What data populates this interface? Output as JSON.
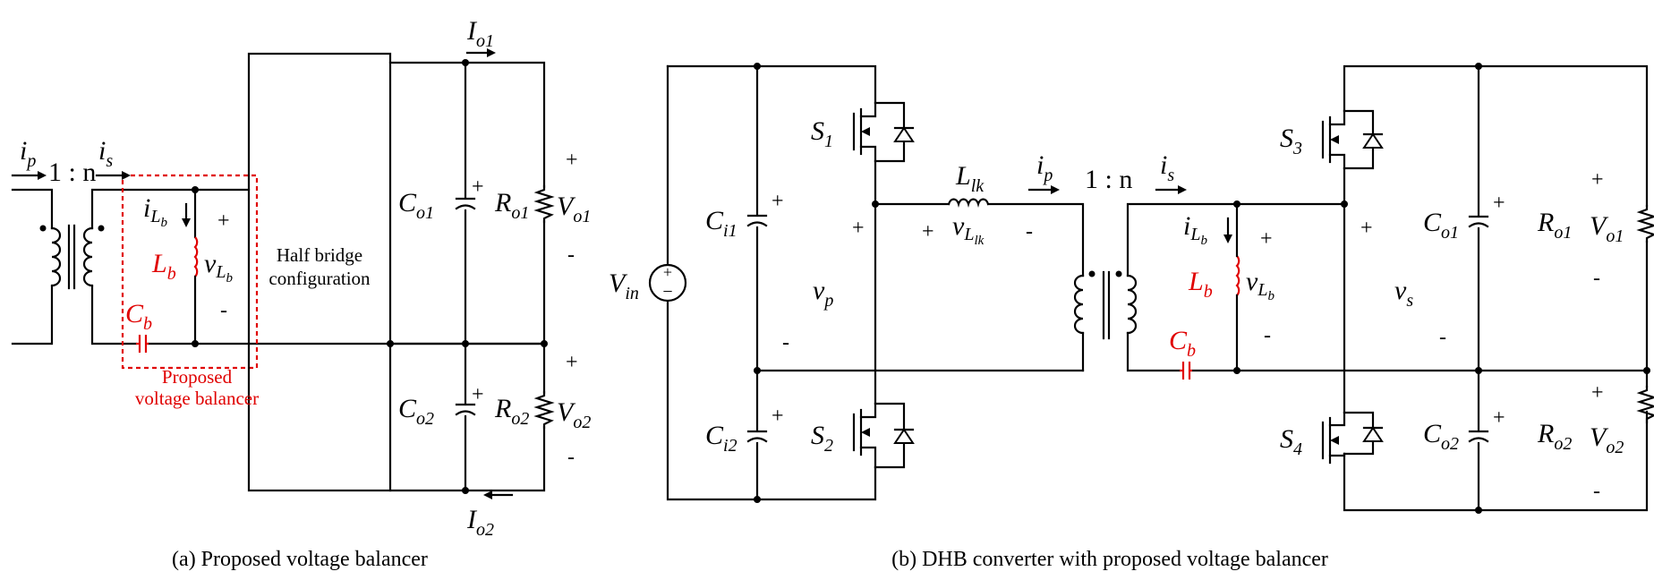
{
  "diagram_a": {
    "caption": "(a) Proposed voltage balancer",
    "block_text": [
      "Half bridge",
      "configuration"
    ],
    "balancer_label": [
      "Proposed",
      "voltage balancer"
    ],
    "ratio": "1 : n",
    "labels": {
      "ip": {
        "base": "i",
        "sub": "p"
      },
      "is": {
        "base": "i",
        "sub": "s"
      },
      "iLb": {
        "base": "i",
        "sub": "L",
        "subsub": "b"
      },
      "Lb": {
        "base": "L",
        "sub": "b"
      },
      "vLb": {
        "base": "v",
        "sub": "L",
        "subsub": "b"
      },
      "Cb": {
        "base": "C",
        "sub": "b"
      },
      "Co1": {
        "base": "C",
        "sub": "o1"
      },
      "Co2": {
        "base": "C",
        "sub": "o2"
      },
      "Ro1": {
        "base": "R",
        "sub": "o1"
      },
      "Ro2": {
        "base": "R",
        "sub": "o2"
      },
      "Vo1": {
        "base": "V",
        "sub": "o1"
      },
      "Vo2": {
        "base": "V",
        "sub": "o2"
      },
      "Io1": {
        "base": "I",
        "sub": "o1"
      },
      "Io2": {
        "base": "I",
        "sub": "o2"
      }
    }
  },
  "diagram_b": {
    "caption": "(b) DHB converter with proposed voltage balancer",
    "ratio": "1 : n",
    "labels": {
      "Vin": {
        "base": "V",
        "sub": "in"
      },
      "Ci1": {
        "base": "C",
        "sub": "i1"
      },
      "Ci2": {
        "base": "C",
        "sub": "i2"
      },
      "S1": {
        "base": "S",
        "sub": "1"
      },
      "S2": {
        "base": "S",
        "sub": "2"
      },
      "S3": {
        "base": "S",
        "sub": "3"
      },
      "S4": {
        "base": "S",
        "sub": "4"
      },
      "vp": {
        "base": "v",
        "sub": "p"
      },
      "vs": {
        "base": "v",
        "sub": "s"
      },
      "Llk": {
        "base": "L",
        "sub": "lk"
      },
      "vLlk": {
        "base": "v",
        "sub": "L",
        "subsub": "lk"
      },
      "ip": {
        "base": "i",
        "sub": "p"
      },
      "is": {
        "base": "i",
        "sub": "s"
      },
      "iLb": {
        "base": "i",
        "sub": "L",
        "subsub": "b"
      },
      "Lb": {
        "base": "L",
        "sub": "b"
      },
      "vLb": {
        "base": "v",
        "sub": "L",
        "subsub": "b"
      },
      "Cb": {
        "base": "C",
        "sub": "b"
      },
      "Co1": {
        "base": "C",
        "sub": "o1"
      },
      "Co2": {
        "base": "C",
        "sub": "o2"
      },
      "Ro1": {
        "base": "R",
        "sub": "o1"
      },
      "Ro2": {
        "base": "R",
        "sub": "o2"
      },
      "Vo1": {
        "base": "V",
        "sub": "o1"
      },
      "Vo2": {
        "base": "V",
        "sub": "o2"
      }
    }
  },
  "signs": {
    "plus": "+",
    "minus": "-"
  },
  "colors": {
    "wire": "#000000",
    "highlight": "#e00000"
  }
}
